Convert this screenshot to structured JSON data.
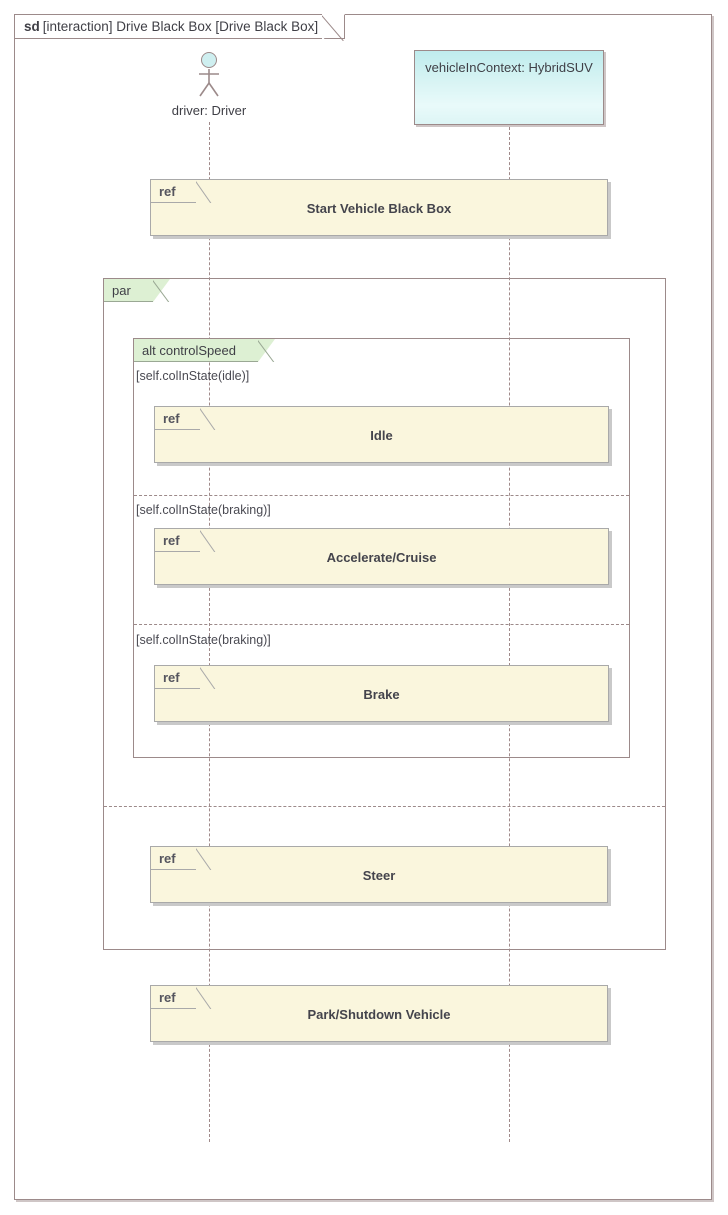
{
  "diagram": {
    "frame_label_keyword": "sd",
    "frame_label_text": "[interaction] Drive Black Box [Drive Black Box]",
    "colors": {
      "frame_border": "#9c8a8a",
      "ref_fill": "#faf6dd",
      "ref_border": "#a9a9a9",
      "fragment_tab_fill": "#ddf0d3",
      "object_fill": "#cfeff0",
      "lifeline": "#a08a8a",
      "text": "#3f3f46"
    }
  },
  "lifelines": [
    {
      "name": "driver",
      "label": "driver: Driver",
      "kind": "actor"
    },
    {
      "name": "vehicleInContext",
      "label": "vehicleInContext: HybridSUV",
      "kind": "object"
    }
  ],
  "fragments": {
    "par": {
      "operator": "par",
      "label": "par"
    },
    "alt": {
      "operator": "alt",
      "label": "alt controlSpeed",
      "guards": [
        "[self.colInState(idle)]",
        "[self.colInState(braking)]",
        "[self.colInState(braking)]"
      ]
    }
  },
  "refs": {
    "keyword": "ref",
    "start_vehicle_black_box": "Start Vehicle Black Box",
    "idle": "Idle",
    "accelerate_cruise": "Accelerate/Cruise",
    "brake": "Brake",
    "steer": "Steer",
    "park_shutdown_vehicle": "Park/Shutdown Vehicle"
  }
}
